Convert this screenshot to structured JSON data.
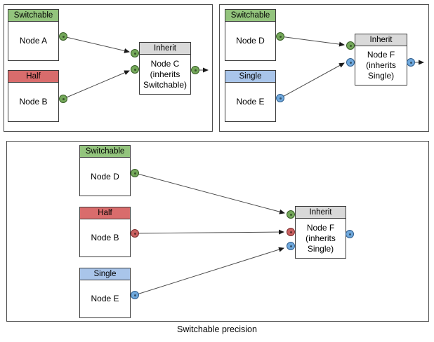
{
  "caption": "Switchable precision",
  "colors": {
    "switchable_green": "#93c47d",
    "half_red": "#d96c6c",
    "single_blue": "#a9c5ea",
    "inherit_gray": "#d9d9d9",
    "port_green": "#74a85a",
    "port_red": "#c96060",
    "port_blue": "#6fa8dc"
  },
  "panels": [
    {
      "name": "top-left",
      "nodes": [
        {
          "type": "Switchable",
          "label": "Node A"
        },
        {
          "type": "Half",
          "label": "Node B"
        },
        {
          "type": "Inherit",
          "label": "Node C (inherits Switchable)"
        }
      ]
    },
    {
      "name": "top-right",
      "nodes": [
        {
          "type": "Switchable",
          "label": "Node D"
        },
        {
          "type": "Single",
          "label": "Node E"
        },
        {
          "type": "Inherit",
          "label": "Node F (inherits Single)"
        }
      ]
    },
    {
      "name": "bottom",
      "nodes": [
        {
          "type": "Switchable",
          "label": "Node D"
        },
        {
          "type": "Half",
          "label": "Node B"
        },
        {
          "type": "Single",
          "label": "Node E"
        },
        {
          "type": "Inherit",
          "label": "Node F (inherits Single)"
        }
      ]
    }
  ]
}
